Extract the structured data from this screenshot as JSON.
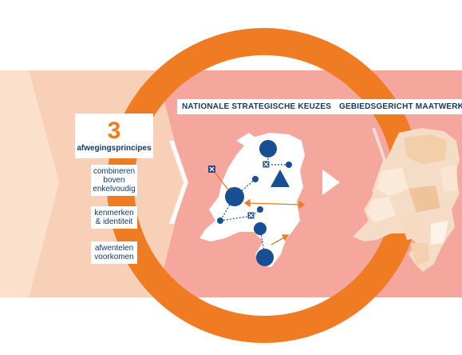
{
  "arc_title": "POLITIEK & MAATSCHAPPELIJK DEBAT",
  "left_panel": {
    "number": "3",
    "subtitle": "afwegingsprincipes",
    "principles": [
      "combineren boven enkelvoudig",
      "kenmerken & identiteit",
      "afwentelen voorkomen"
    ]
  },
  "sections": {
    "national": "NATIONALE STRATEGISCHE KEUZES",
    "regional": "GEBIEDSGERICHT MAATWERK"
  },
  "colors": {
    "ring": "#ef7b22",
    "band": "#f5a69d",
    "band_light": "#f8cfb7",
    "marker": "#184f92",
    "panel_text": "#123a72"
  },
  "icons": [
    "circle-marker",
    "triangle-marker",
    "cross-box-marker",
    "arrow-right-icon"
  ]
}
